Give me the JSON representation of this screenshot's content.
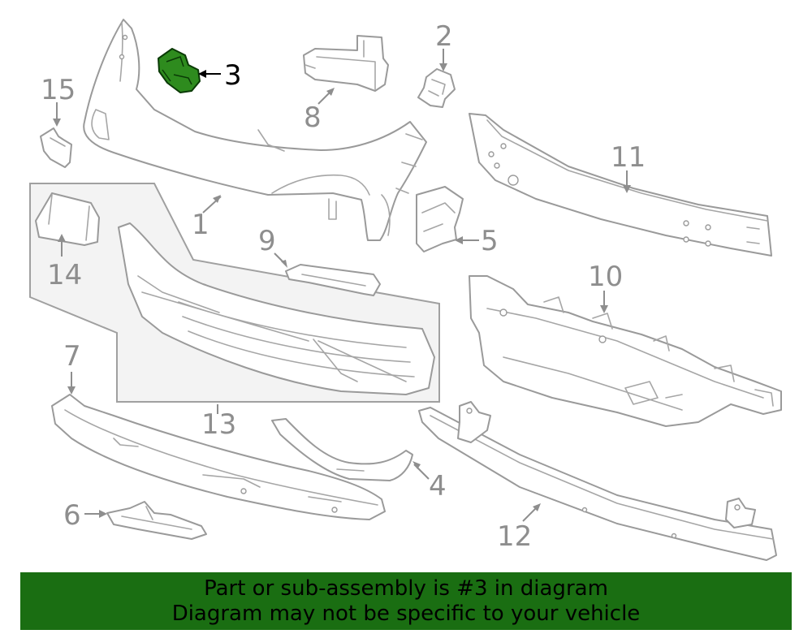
{
  "diagram": {
    "highlighted_part": "3",
    "highlight_color": "#2e8b1e",
    "line_color": "#9a9a9a",
    "callouts": {
      "c1": "1",
      "c2": "2",
      "c3": "3",
      "c4": "4",
      "c5": "5",
      "c6": "6",
      "c7": "7",
      "c8": "8",
      "c9": "9",
      "c10": "10",
      "c11": "11",
      "c12": "12",
      "c13": "13",
      "c14": "14",
      "c15": "15"
    }
  },
  "banner": {
    "line1": "Part or sub-assembly is #3 in diagram",
    "line2": "Diagram may not be specific to your vehicle",
    "background": "#1a6e12"
  }
}
